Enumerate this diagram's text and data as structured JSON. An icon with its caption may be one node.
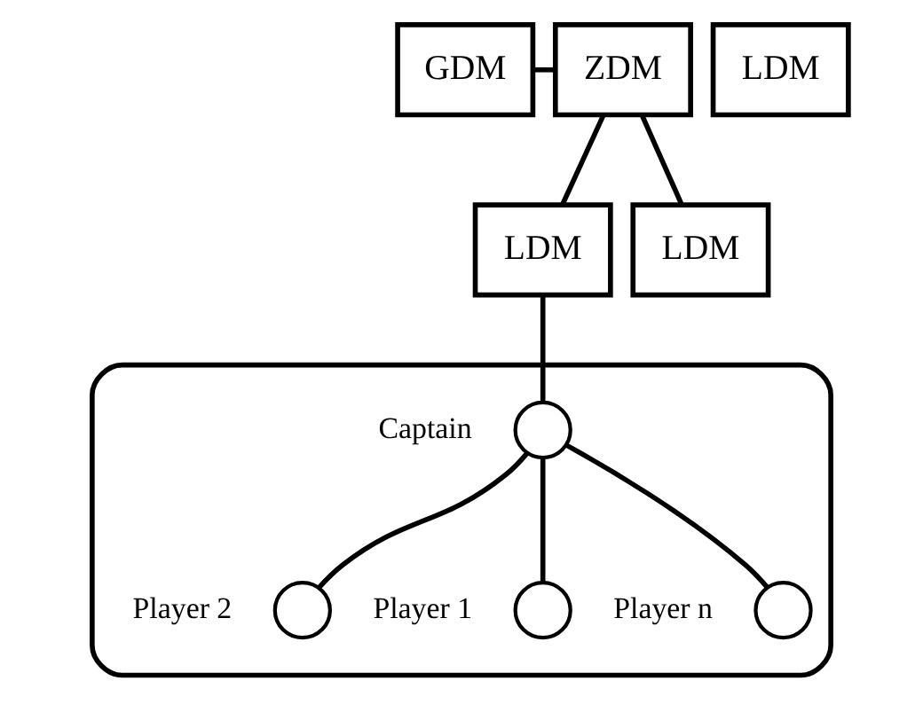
{
  "diagram": {
    "nodes": [
      {
        "text": [
          "ZDM"
        ]
      },
      {
        "text": [
          "GDM"
        ]
      },
      {
        "text": [
          "LDM"
        ]
      },
      {
        "text": [
          "LDM"
        ]
      },
      {
        "text": [],
        "shape": "ellipse"
      },
      {
        "text": [],
        "shape": "circle",
        "in": 4,
        "beside": [
          "Captain"
        ]
      },
      {
        "text": [],
        "shape": "circle",
        "in": 4,
        "beside": [
          "Player n"
        ]
      },
      {
        "text": [],
        "shape": "circle",
        "in": 4,
        "beside": [
          "Player 1"
        ]
      },
      {
        "text": [],
        "shape": "circle",
        "in": 4,
        "beside": [
          "Player 2"
        ]
      },
      {
        "text": [
          "LDM"
        ]
      }
    ],
    "edges": [
      {
        "from": 1,
        "to": 0,
        "arrow": "none"
      },
      {
        "from": 0,
        "to": 2,
        "arrow": "none"
      },
      {
        "from": 0,
        "to": 9,
        "arrow": "none"
      },
      {
        "from": 2,
        "to": 5,
        "arrow": "none"
      },
      {
        "from": 5,
        "to": 7,
        "arrow": "none"
      },
      {
        "from": 5,
        "to": 8,
        "arrow": "none"
      },
      {
        "from": 5,
        "to": 6,
        "arrow": "none"
      }
    ]
  }
}
